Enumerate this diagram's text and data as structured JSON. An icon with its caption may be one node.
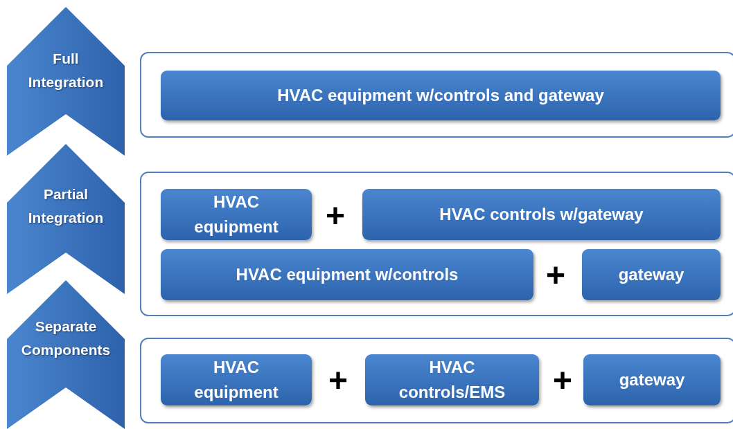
{
  "diagram": {
    "nodes": [
      {
        "text": [
          "Full Integration"
        ]
      },
      {
        "text": [],
        "shape": "box"
      },
      {
        "text": [
          "HVAC equipment w/controls and gateway"
        ],
        "in": 1
      },
      {
        "text": [
          "Partial Integration"
        ]
      },
      {
        "text": [],
        "shape": "box"
      },
      {
        "text": [
          "HVAC equipment"
        ],
        "in": 4
      },
      {
        "text": [
          "HVAC controls  w/gateway"
        ],
        "in": 4
      },
      {
        "text": [
          "HVAC equipment w/controls"
        ],
        "in": 4
      },
      {
        "text": [
          "gateway"
        ],
        "in": 4
      },
      {
        "text": [
          "Separate Components"
        ]
      },
      {
        "text": [],
        "shape": "box"
      },
      {
        "text": [
          "HVAC equipment"
        ],
        "in": 10
      },
      {
        "text": [
          "HVAC controls/EMS"
        ],
        "in": 10
      },
      {
        "text": [
          "gateway"
        ],
        "in": 10
      }
    ],
    "edges": [],
    "labels": [
      "+",
      "+",
      "+",
      "+"
    ]
  }
}
